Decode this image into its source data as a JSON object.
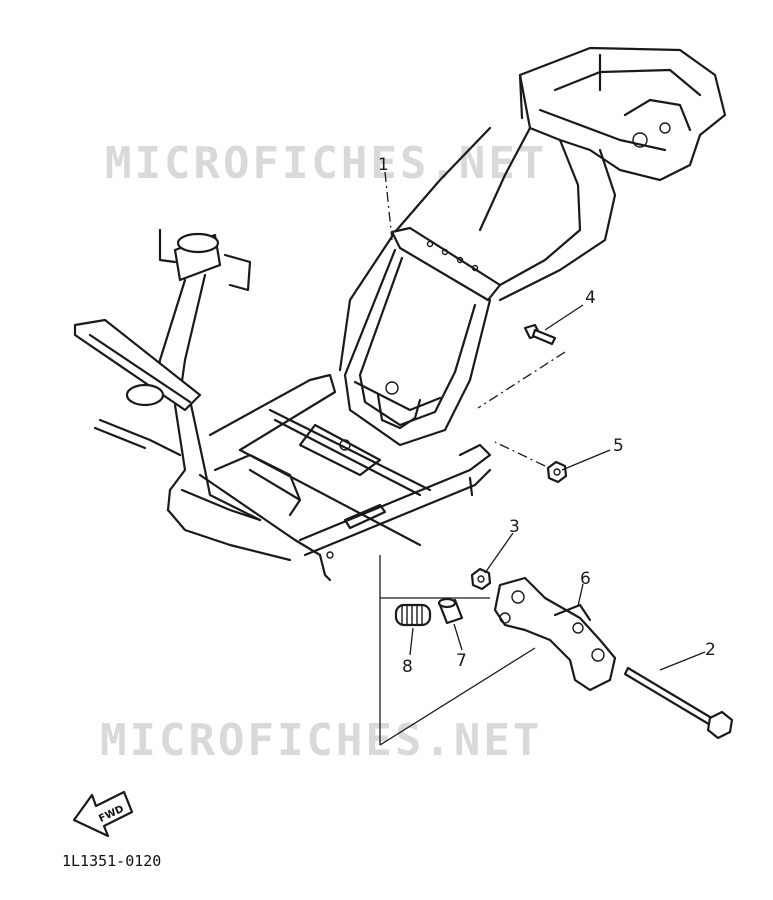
{
  "watermarks": [
    "MICROFICHES.NET",
    "MICROFICHES.NET"
  ],
  "callouts": [
    "1",
    "2",
    "3",
    "4",
    "5",
    "6",
    "7",
    "8"
  ],
  "fwd_label": "FWD",
  "drawing_number": "1L1351-0120"
}
